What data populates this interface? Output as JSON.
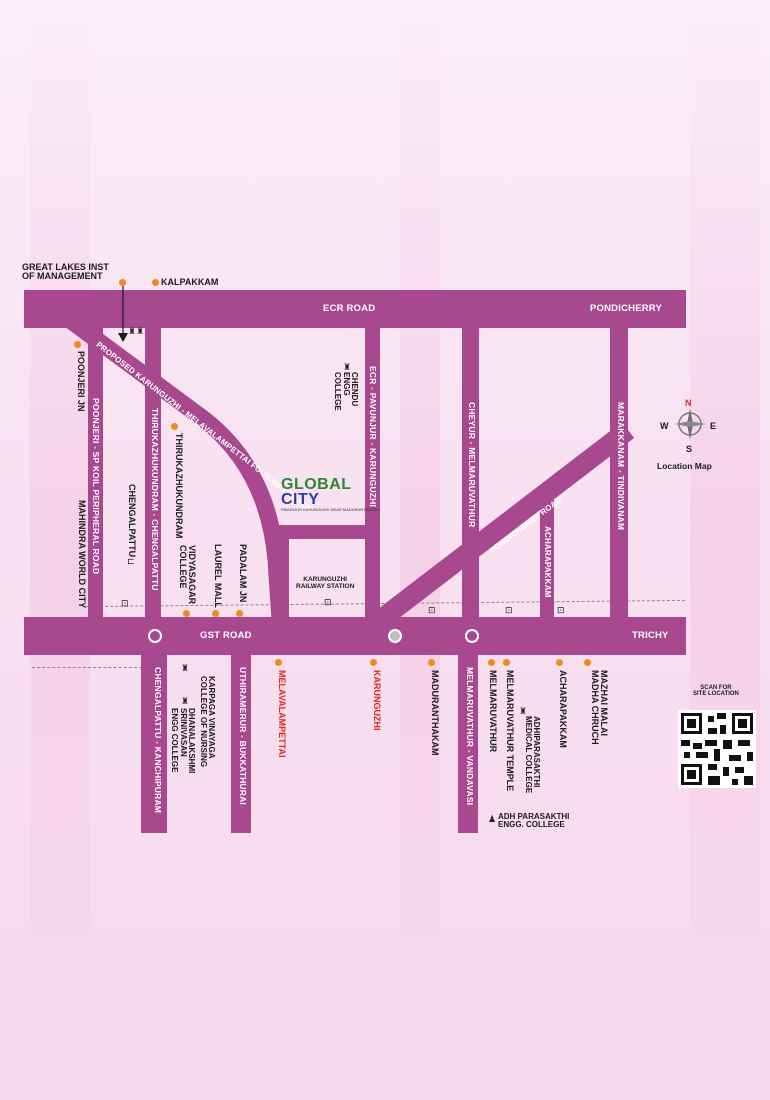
{
  "colors": {
    "road": "#a8488e",
    "poi_dot": "#f08a1f",
    "brand_green": "#2c8a2e",
    "brand_blue": "#2a3f9e",
    "highlight_red": "#e8231b"
  },
  "roads": {
    "ecr": "ECR ROAD",
    "gst": "GST ROAD",
    "pondicherry_top": "PONDICHERRY",
    "trichy": "TRICHY",
    "proposed": "PROPOSED KARUNGUZHI - MELAVALAMPETTAI FOUR WAY TRACK",
    "poonjeri_sp": "POONJERI - SP KOIL PERIPHERAL ROAD",
    "thirukazhukundram_chengalpattu": "THIRUKAZHUKUNDRAM - CHENGALPATTU",
    "ecr_pavunjur": "ECR - PAVUNJUR - KARUNGUZHI",
    "cheyyur": "CHEYUR - MELMARUVATHUR",
    "pondicherry_road": "PONDICHERRY ROAD",
    "marakkanam": "MARAKKANAM - TINDIVANAM",
    "acharapakkam_road": "ACHARAPAKKAM",
    "chengalpattu_kanchipuram": "CHENGALPATTU - KANCHIPURAM",
    "uthiramerur": "UTHIRAMERUR - BUKKATHURAI",
    "melmaruvathur_vandavasi": "MELMARUVATHUR - VANDAVASI"
  },
  "places": {
    "great_lakes": "GREAT LAKES INST\nOF MANAGEMENT",
    "kalpakkam": "KALPAKKAM",
    "poonjeri_jn": "POONJERI JN",
    "mahindra": "MAHINDRA WORLD CITY",
    "thirukazhukundram": "THIRUKAZHUKUNDRAM",
    "chengalpattu": "CHENGALPATTU",
    "vidyasagar": "VIDYASAGAR\nCOLLEGE",
    "laurel": "LAUREL MALL",
    "padalam": "PADALAM JN",
    "chendu": "CHENDU\nENGG\nCOLLEGE",
    "karunguzhi_station": "KARUNGUZHI\nRAILWAY STATION",
    "karpaga": "KARPAGA VINAYAGA\nCOLLEGE OF NURSING",
    "dhanalakshmi": "DHANALAKSHMI\nSRINIVASAN\nENGG COLLEGE",
    "melavalampettai": "MELAVALAMPETTAI",
    "karunguzhi": "KARUNGUZHI",
    "madurantakam": "MADURANTHAKAM",
    "melmaruvathur": "MELMARUVATHUR",
    "melmaruvathur_temple": "MELMARUVATHUR TEMPLE",
    "adhi_medical": "ADHIPARASAKTHI\nMEDICAL COLLEGE",
    "acharapakkam": "ACHARAPAKKAM",
    "mazhai_malai": "MAZHAI MALAI\nMADHA CHRUCH",
    "adhi_engg": "ADH PARASAKTHI\nENGG. COLLEGE"
  },
  "brand": {
    "line1": "GLOBAL",
    "line2": "CITY",
    "tagline": "PAVUNJUR KARUNGUZHI NEAR MADURANTHAKAM"
  },
  "compass": {
    "n": "N",
    "s": "S",
    "e": "E",
    "w": "W",
    "caption": "Location Map"
  },
  "qr": {
    "caption": "SCAN FOR\nSITE LOCATION"
  },
  "icons": {
    "school": "school-icon",
    "train": "train-icon",
    "compass": "compass-icon",
    "qr": "qr-code-icon"
  }
}
